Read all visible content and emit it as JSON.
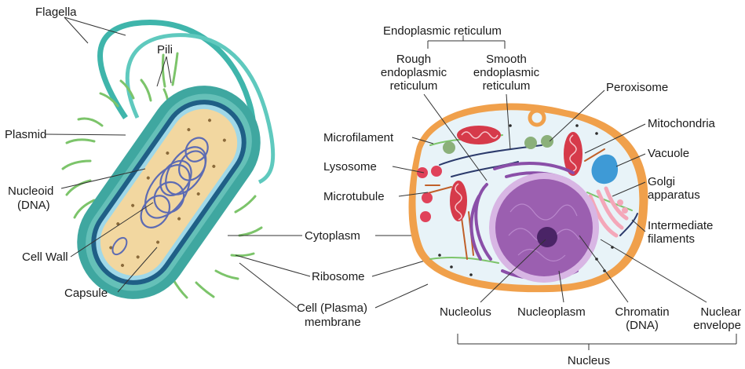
{
  "prokaryote": {
    "labels": {
      "flagella": "Flagella",
      "pili": "Pili",
      "plasmid": "Plasmid",
      "nucleoid_line1": "Nucleoid",
      "nucleoid_line2": "(DNA)",
      "cell_wall": "Cell Wall",
      "capsule": "Capsule"
    }
  },
  "shared": {
    "cytoplasm": "Cytoplasm",
    "ribosome": "Ribosome",
    "membrane_line1": "Cell (Plasma)",
    "membrane_line2": "membrane"
  },
  "eukaryote": {
    "labels": {
      "er": "Endoplasmic reticulum",
      "rough_er": [
        "Rough",
        "endoplasmic",
        "reticulum"
      ],
      "smooth_er": [
        "Smooth",
        "endoplasmic",
        "reticulum"
      ],
      "peroxisome": "Peroxisome",
      "mitochondria": "Mitochondria",
      "vacuole": "Vacuole",
      "golgi": [
        "Golgi",
        "apparatus"
      ],
      "intermediate": [
        "Intermediate",
        "filaments"
      ],
      "microfilament": "Microfilament",
      "lysosome": "Lysosome",
      "microtubule": "Microtubule",
      "nucleolus": "Nucleolus",
      "nucleoplasm": "Nucleoplasm",
      "chromatin": [
        "Chromatin",
        "(DNA)"
      ],
      "nuclear_envelope": [
        "Nuclear",
        "envelope"
      ],
      "nucleus": "Nucleus"
    }
  },
  "colors": {
    "capsule": "#3fa7a0",
    "cell_wall": "#1f5f86",
    "cytoplasm_prok": "#f2d7a0",
    "dna": "#5d6bb3",
    "pili": "#7cc46a",
    "euk_membrane": "#f0a04b",
    "euk_cytoplasm": "#e8f3f8",
    "nucleus": "#9b5fb0",
    "nucleolus": "#4a2466",
    "mitochondria": "#d63a4a",
    "vacuole": "#3e9ad6",
    "golgi": "#f4a7b9",
    "lysosome": "#e0425a",
    "peroxisome": "#8bb07a"
  }
}
